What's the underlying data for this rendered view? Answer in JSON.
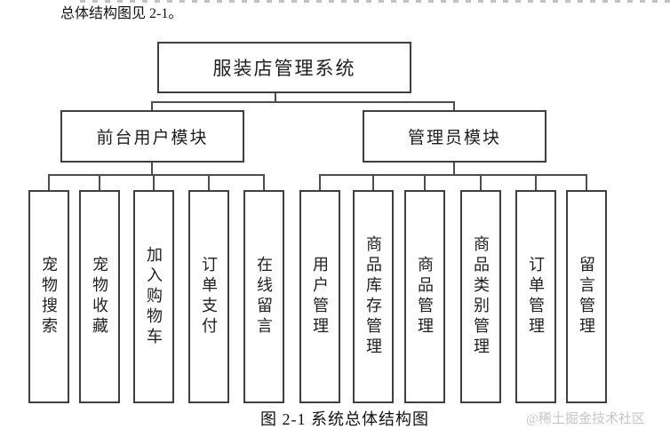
{
  "page": {
    "intro_text": "总体结构图见 2-1。",
    "caption": "图 2-1 系统总体结构图",
    "watermark": "@稀土掘金技术社区"
  },
  "diagram": {
    "root": {
      "label": "服装店管理系统"
    },
    "branches": [
      {
        "label": "前台用户模块",
        "children": [
          {
            "label": "宠物搜索"
          },
          {
            "label": "宠物收藏"
          },
          {
            "label": "加入购物车"
          },
          {
            "label": "订单支付"
          },
          {
            "label": "在线留言"
          }
        ]
      },
      {
        "label": "管理员模块",
        "children": [
          {
            "label": "用户管理"
          },
          {
            "label": "商品库存管理"
          },
          {
            "label": "商品管理"
          },
          {
            "label": "商品类别管理"
          },
          {
            "label": "订单管理"
          },
          {
            "label": "留言管理"
          }
        ]
      }
    ]
  },
  "colors": {
    "box_border": "#3f3f3f",
    "connector_line": "#4d4d4d",
    "text": "#1a1a1a",
    "watermark": "#c6c6c6"
  }
}
